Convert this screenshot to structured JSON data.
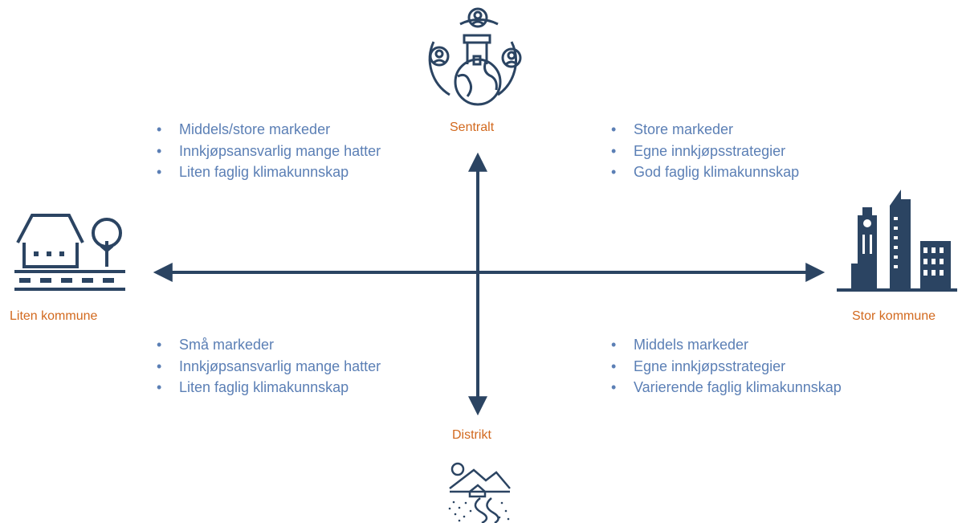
{
  "axes": {
    "top_label": "Sentralt",
    "bottom_label": "Distrikt",
    "left_label": "Liten kommune",
    "right_label": "Stor kommune"
  },
  "quadrants": {
    "top_left": [
      "Middels/store markeder",
      "Innkjøpsansvarlig mange hatter",
      "Liten faglig klimakunnskap"
    ],
    "top_right": [
      "Store markeder",
      "Egne innkjøpsstrategier",
      "God faglig klimakunnskap"
    ],
    "bottom_left": [
      "Små markeder",
      "Innkjøpsansvarlig mange hatter",
      "Liten faglig klimakunnskap"
    ],
    "bottom_right": [
      "Middels markeder",
      "Egne innkjøpsstrategier",
      "Varierende faglig klimakunnskap"
    ]
  },
  "icons": {
    "top": "central-city-globe-people-icon",
    "bottom": "rural-mountain-river-icon",
    "left": "small-house-tree-icon",
    "right": "big-city-skyscraper-icon"
  },
  "colors": {
    "axis": "#2b4462",
    "icon": "#2b4462",
    "label": "#d2691e",
    "text": "#5b7fb5"
  }
}
